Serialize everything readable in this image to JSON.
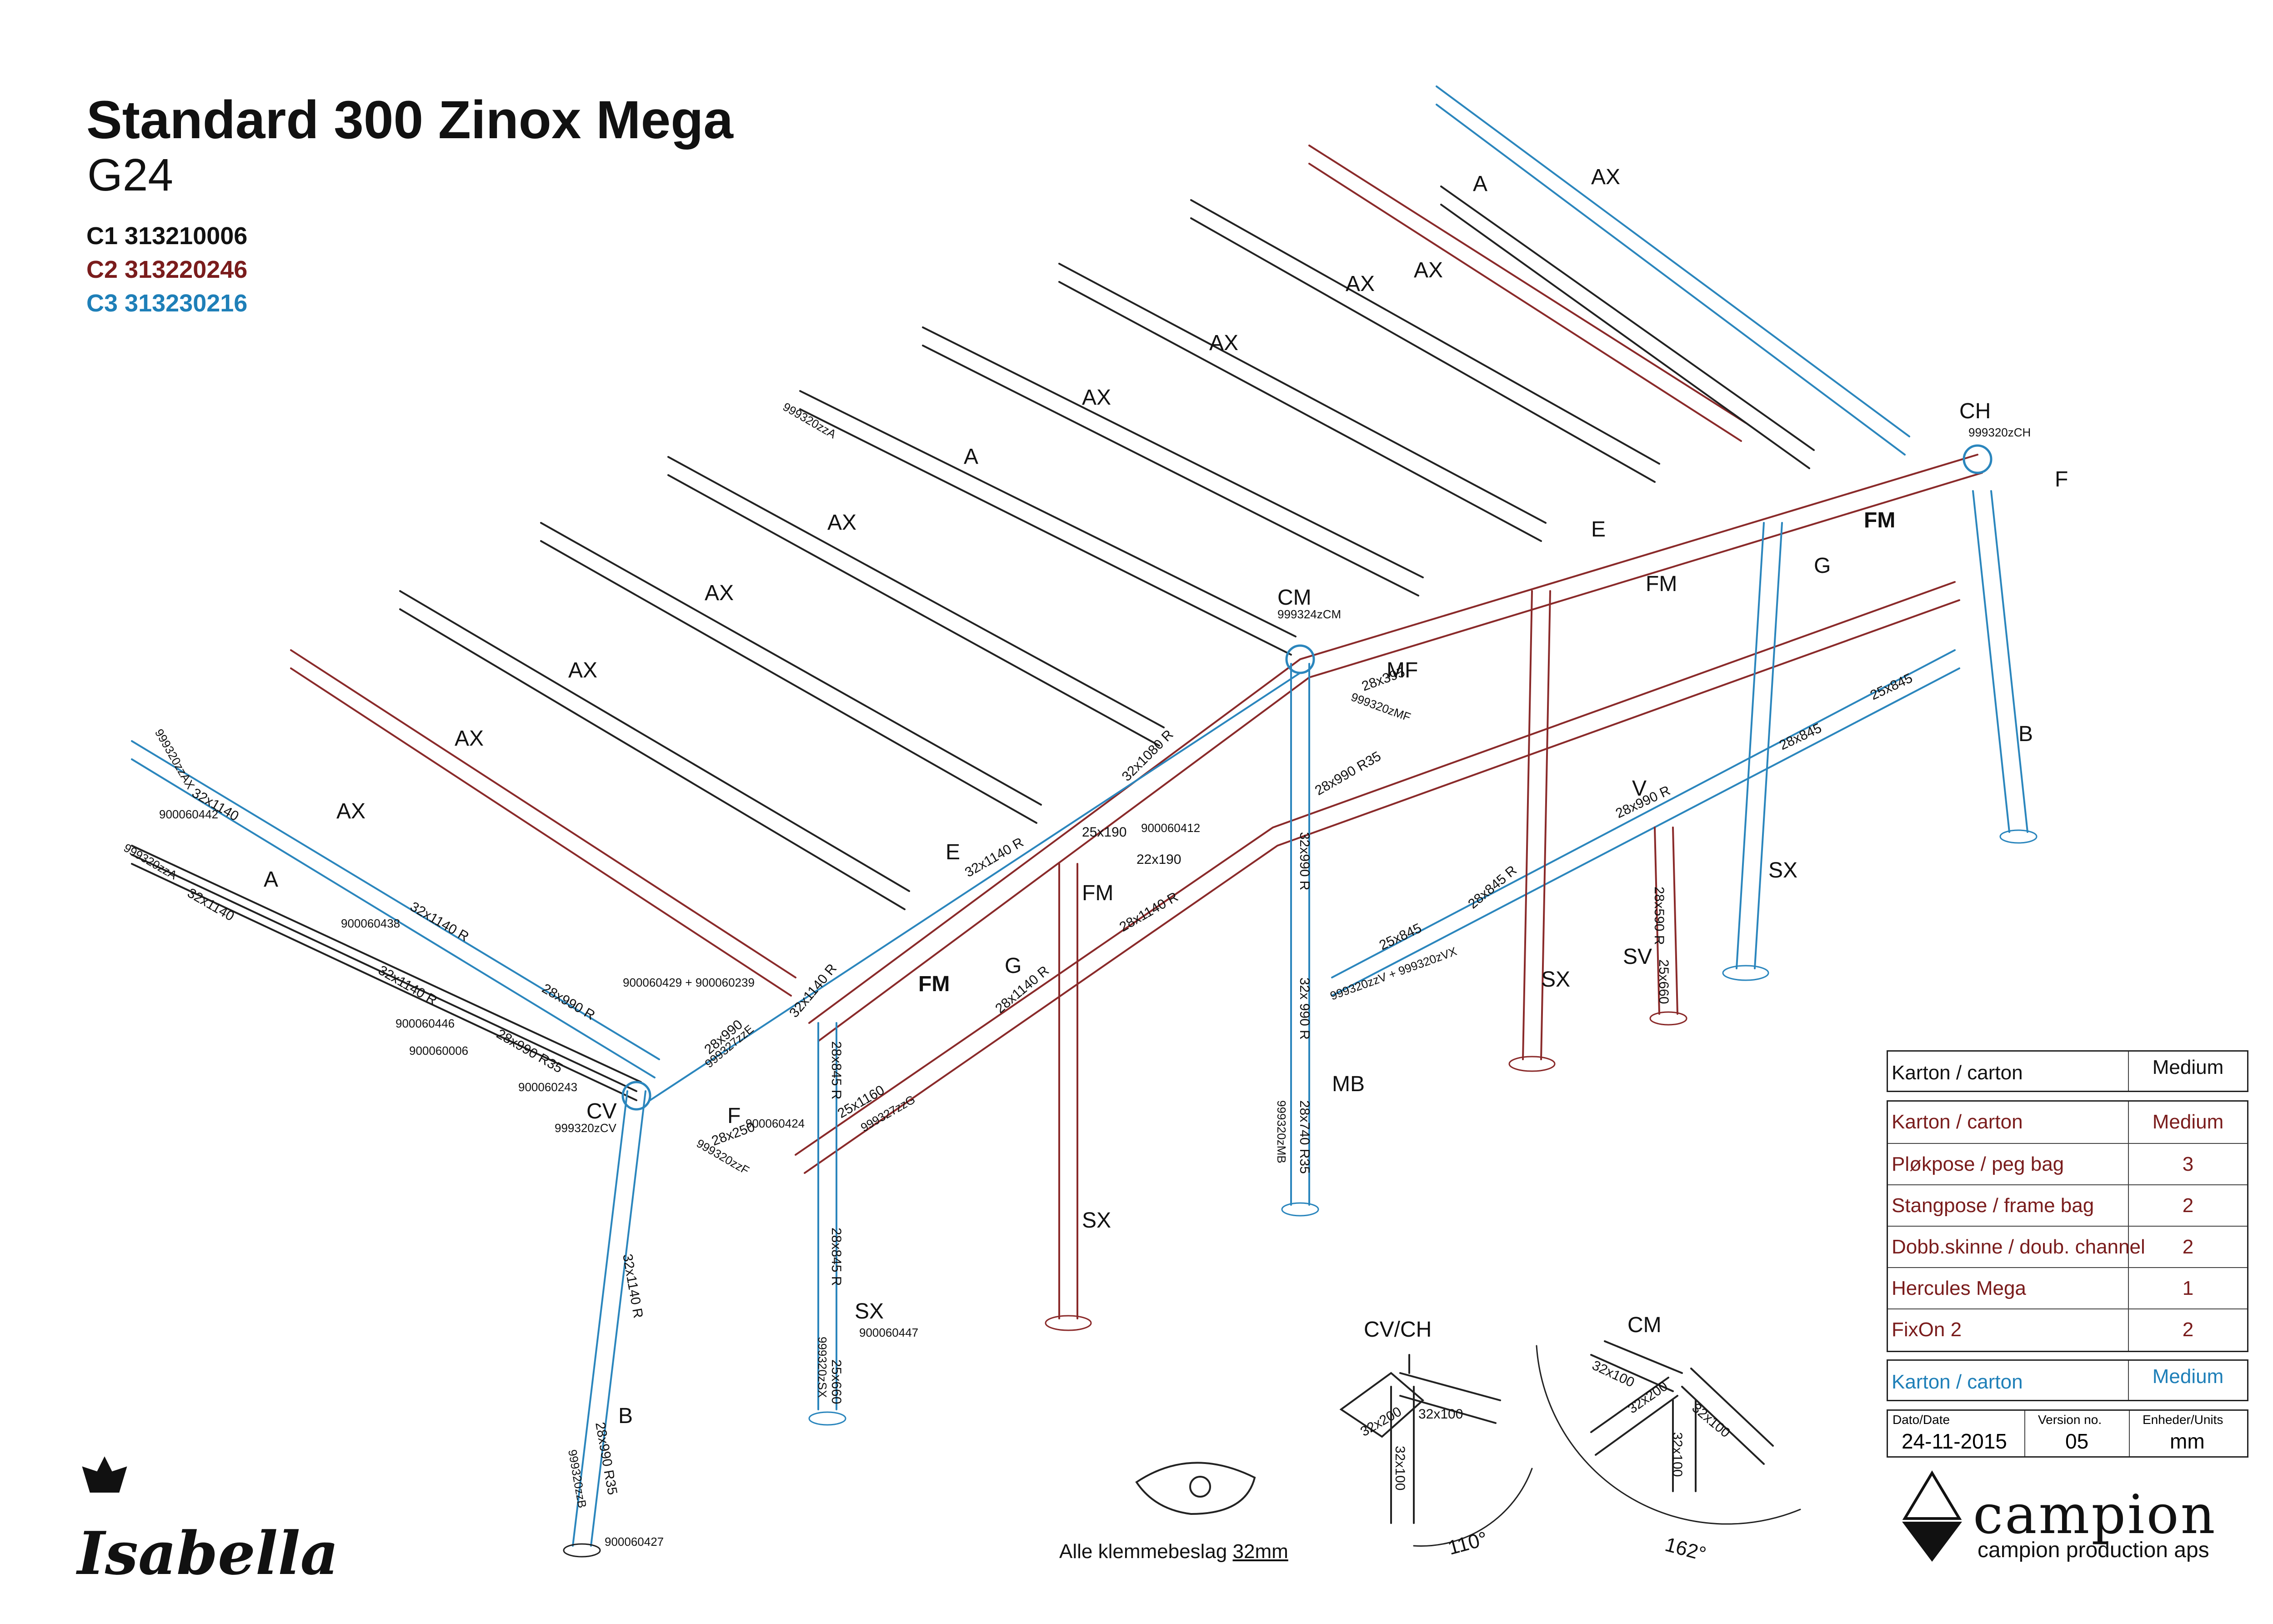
{
  "header": {
    "title": "Standard 300 Zinox Mega",
    "subtitle": "G24",
    "codes": [
      {
        "label": "C1 313210006",
        "color": "#111111"
      },
      {
        "label": "C2 313220246",
        "color": "#7a1c1c"
      },
      {
        "label": "C3 313230216",
        "color": "#1e7fb8"
      }
    ]
  },
  "colors": {
    "c1": "#222222",
    "c2": "#8a2a2a",
    "c3": "#2b86bd"
  },
  "part_labels": {
    "ax": "AX",
    "a": "A",
    "e": "E",
    "fm": "FM",
    "g": "G",
    "ch": "CH",
    "f": "F",
    "b": "B",
    "cm": "CM",
    "mf": "MF",
    "v": "V",
    "sx": "SX",
    "sv": "SV",
    "mb": "MB",
    "cv": "CV",
    "cvch": "CV/CH"
  },
  "dimensions": {
    "d32x1140": "32x1140",
    "d32x1140r": "32x1140 R",
    "d28x990r": "28x990 R",
    "d28x990r35": "28x990 R35",
    "d28x990": "28x990",
    "d32x1080r": "32x1080 R",
    "d25x190": "25x190",
    "d22x190": "22x190",
    "d28x1140r": "28x1140 R",
    "d28x395": "28x395",
    "d28x845": "28x845",
    "d25x845": "25x845",
    "d28x845r": "28x845 R",
    "d28x250": "28x250",
    "d25x1160": "25x1160",
    "d32x990r": "32x990 R",
    "d32x990r2": "32x 990 R",
    "d28x740r35": "28x740 R35",
    "d28x590r": "28x590 R",
    "d25x660": "25x660",
    "d32x100": "32x100",
    "d32x200": "32x200",
    "angle110": "110°",
    "angle162": "162°"
  },
  "part_numbers": {
    "p999320zzA": "999320zzA",
    "p999320zzAX": "999320zzAX",
    "p900060442": "900060442",
    "p900060438": "900060438",
    "p900060446": "900060446",
    "p900060006": "900060006",
    "p900060243": "900060243",
    "p999320zCV": "999320zCV",
    "p900060424": "900060424",
    "p999320zzF": "999320zzF",
    "p999327zzE": "999327zzE",
    "p999327zzG": "999327zzG",
    "p900060429_239": "900060429 + 900060239",
    "p900060412": "900060412",
    "p999324zCM": "999324zCM",
    "p999320zMF": "999320zMF",
    "p999320zzV_VX": "999320zzV + 999320zVX",
    "p999320zCH": "999320zCH",
    "p900060447": "900060447",
    "p999320zSX": "999320zSX",
    "p999320zMB": "999320zMB",
    "p999320zzB": "999320zzB",
    "p900060427": "900060427"
  },
  "parts_table": {
    "box1": {
      "label": "Karton / carton",
      "value": "Medium"
    },
    "box2": [
      {
        "label": "Karton / carton",
        "value": "Medium"
      },
      {
        "label": "Pløkpose / peg bag",
        "value": "3"
      },
      {
        "label": "Stangpose / frame bag",
        "value": "2"
      },
      {
        "label": "Dobb.skinne / doub. channel",
        "value": "2"
      },
      {
        "label": "Hercules Mega",
        "value": "1"
      },
      {
        "label": "FixOn 2",
        "value": "2"
      }
    ],
    "box3": {
      "label": "Karton / carton",
      "value": "Medium"
    },
    "meta": {
      "date_label": "Dato/Date",
      "date_value": "24-11-2015",
      "version_label": "Version no.",
      "version_value": "05",
      "units_label": "Enheder/Units",
      "units_value": "mm"
    }
  },
  "footer": {
    "clamp_caption": "Alle klemmebeslag ",
    "clamp_size": "32mm",
    "brand_left": "Isabella",
    "brand_right": "campion",
    "brand_right_sub": "campion production aps"
  }
}
